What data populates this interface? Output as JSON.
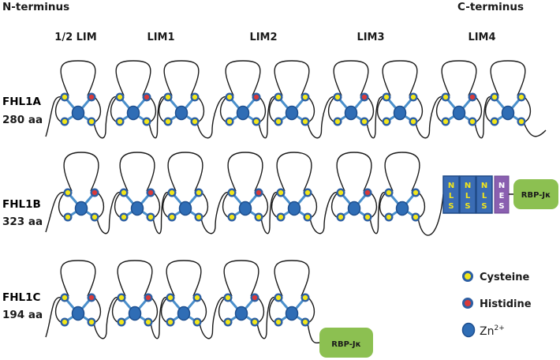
{
  "headers": {
    "n_terminus": "N-terminus",
    "c_terminus": "C-terminus"
  },
  "lim_labels": [
    "1/2 LIM",
    "LIM1",
    "LIM2",
    "LIM3",
    "LIM4"
  ],
  "isoforms": [
    {
      "name": "FHL1A",
      "length": "280 aa"
    },
    {
      "name": "FHL1B",
      "length": "323 aa"
    },
    {
      "name": "FHL1C",
      "length": "194 aa"
    }
  ],
  "fhl1b_domains": {
    "nls_letters": [
      "N",
      "L",
      "S"
    ],
    "nes_letters": [
      "N",
      "E",
      "S"
    ],
    "partner": "RBP-Jκ"
  },
  "fhl1c_partner": "RBP-Jκ",
  "legend": [
    {
      "label": "Cysteine",
      "icon": "cysteine-dot-icon"
    },
    {
      "label": "Histidine",
      "icon": "histidine-dot-icon"
    },
    {
      "label": "Zn",
      "superscript": "2+",
      "icon": "zinc-ion-icon"
    }
  ],
  "colors": {
    "isoform_label": "#3557a6",
    "loop_stroke": "#1a1a1a",
    "bond": "#4a8fcb",
    "zinc_fill": "#2f6db5",
    "zinc_stroke": "#1e4f8f",
    "cysteine": "#f2e61b",
    "histidine": "#d93a3a",
    "dot_ring": "#2d5fa3",
    "nls_box": "#3a6cb4",
    "nes_box": "#8a5fb0",
    "partner_box": "#8cc051"
  }
}
